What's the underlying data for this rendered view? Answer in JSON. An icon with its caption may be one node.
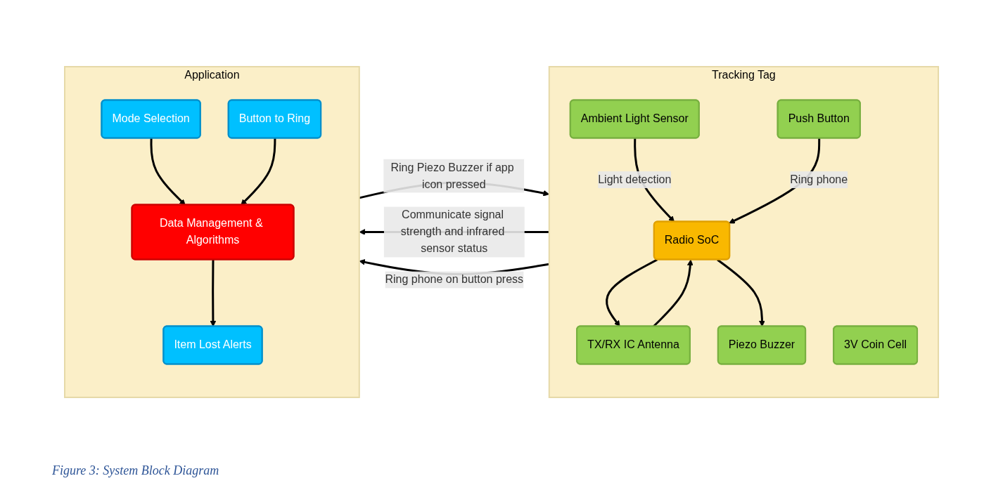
{
  "diagram": {
    "caption": "Figure 3: System Block Diagram",
    "nodes": [
      {
        "text": [
          "Tracking Tag"
        ]
      },
      {
        "text": [
          "Radio SoC"
        ],
        "in": 0
      },
      {
        "text": [
          "TX/RX IC Antenna"
        ],
        "in": 0
      },
      {
        "text": [
          "Piezo Buzzer"
        ],
        "in": 0
      },
      {
        "text": [
          "Ambient Light Sensor"
        ],
        "in": 0
      },
      {
        "text": [
          "Push Button"
        ],
        "in": 0
      },
      {
        "text": [
          "3V Coin Cell"
        ],
        "in": 0
      },
      {
        "text": [
          "Application"
        ]
      },
      {
        "text": [
          "Data Management & Algorithms"
        ],
        "in": 7
      },
      {
        "text": [
          "Mode Selection"
        ],
        "in": 7
      },
      {
        "text": [
          "Button to Ring"
        ],
        "in": 7
      },
      {
        "text": [
          "Item Lost Alerts"
        ],
        "in": 7
      }
    ],
    "edges": [
      {
        "from": 1,
        "to": 2,
        "arrow": "to"
      },
      {
        "from": 2,
        "to": 1,
        "arrow": "to"
      },
      {
        "from": 1,
        "to": 3,
        "arrow": "to"
      },
      {
        "from": 4,
        "to": 1,
        "arrow": "to",
        "label": "Light detection"
      },
      {
        "from": 5,
        "to": 1,
        "arrow": "to",
        "label": "Ring phone"
      },
      {
        "from": 0,
        "to": 7,
        "arrow": "to",
        "label": "Communicate signal strength and infrared sensor status"
      },
      {
        "from": 0,
        "to": 7,
        "arrow": "to",
        "label": "Ring phone on button press"
      },
      {
        "from": 7,
        "to": 0,
        "arrow": "to",
        "label": "Ring Piezo Buzzer if app icon pressed"
      },
      {
        "from": 9,
        "to": 8,
        "arrow": "to"
      },
      {
        "from": 10,
        "to": 8,
        "arrow": "to"
      },
      {
        "from": 8,
        "to": 11,
        "arrow": "to"
      }
    ]
  }
}
